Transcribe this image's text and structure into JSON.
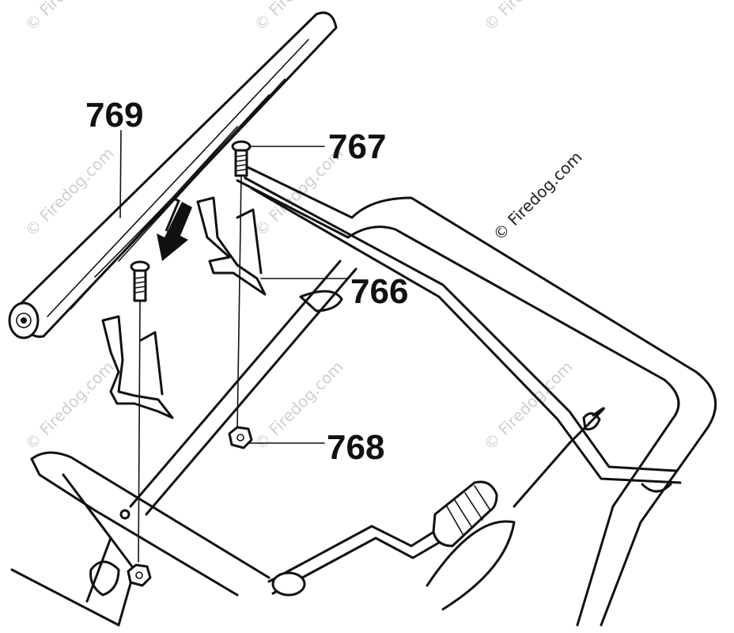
{
  "callouts": {
    "part_769": "769",
    "part_767": "767",
    "part_766": "766",
    "part_768": "768"
  },
  "watermark": {
    "text": "© Firedog.com"
  },
  "colors": {
    "ink": "#111111",
    "watermark": "#cfcfcf"
  }
}
